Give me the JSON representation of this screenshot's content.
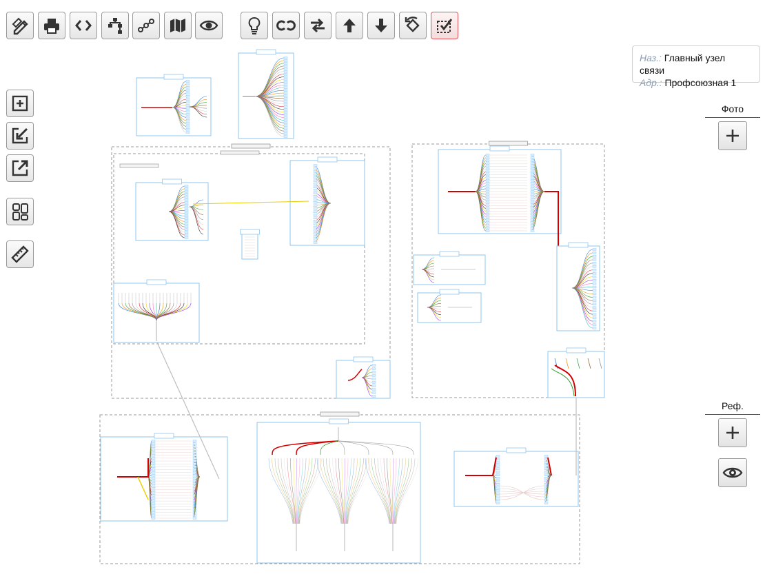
{
  "toolbar": {
    "left_group": [
      {
        "name": "edit-scheme-button",
        "icon": "pencil-ruler-icon"
      },
      {
        "name": "print-button",
        "icon": "printer-icon"
      },
      {
        "name": "code-view-button",
        "icon": "code-brackets-icon"
      },
      {
        "name": "tree-view-button",
        "icon": "tree-icon"
      },
      {
        "name": "route-button",
        "icon": "route-icon"
      },
      {
        "name": "map-button",
        "icon": "map-icon"
      },
      {
        "name": "preview-button",
        "icon": "eye-icon"
      }
    ],
    "right_group": [
      {
        "name": "hint-button",
        "icon": "lightbulb-icon"
      },
      {
        "name": "link-button",
        "icon": "link-icon"
      },
      {
        "name": "swap-button",
        "icon": "swap-arrows-icon"
      },
      {
        "name": "move-up-button",
        "icon": "arrow-up-icon"
      },
      {
        "name": "move-down-button",
        "icon": "arrow-down-icon"
      },
      {
        "name": "rotate-button",
        "icon": "rotate-icon"
      },
      {
        "name": "select-mode-button",
        "icon": "checkbox-select-icon",
        "active": true
      }
    ]
  },
  "side_tools": [
    {
      "name": "add-element-button",
      "icon": "plus-square-icon"
    },
    {
      "name": "import-button",
      "icon": "import-icon"
    },
    {
      "name": "export-button",
      "icon": "export-icon"
    },
    {
      "name": "layout-button",
      "icon": "grid-layout-icon"
    },
    {
      "name": "measure-button",
      "icon": "ruler-icon"
    }
  ],
  "node_info": {
    "name_label": "Наз.:",
    "name_value": "Главный узел связи",
    "address_label": "Адр.:",
    "address_value": "Профсоюзная 1"
  },
  "right_panel": {
    "photo_label": "Фото",
    "ref_label": "Реф."
  },
  "colors": {
    "accent_red": "#e0505a",
    "diagram_blue": "#8ec6ee",
    "group_border": "#9a9a9a",
    "trunk_red": "#d40000"
  }
}
